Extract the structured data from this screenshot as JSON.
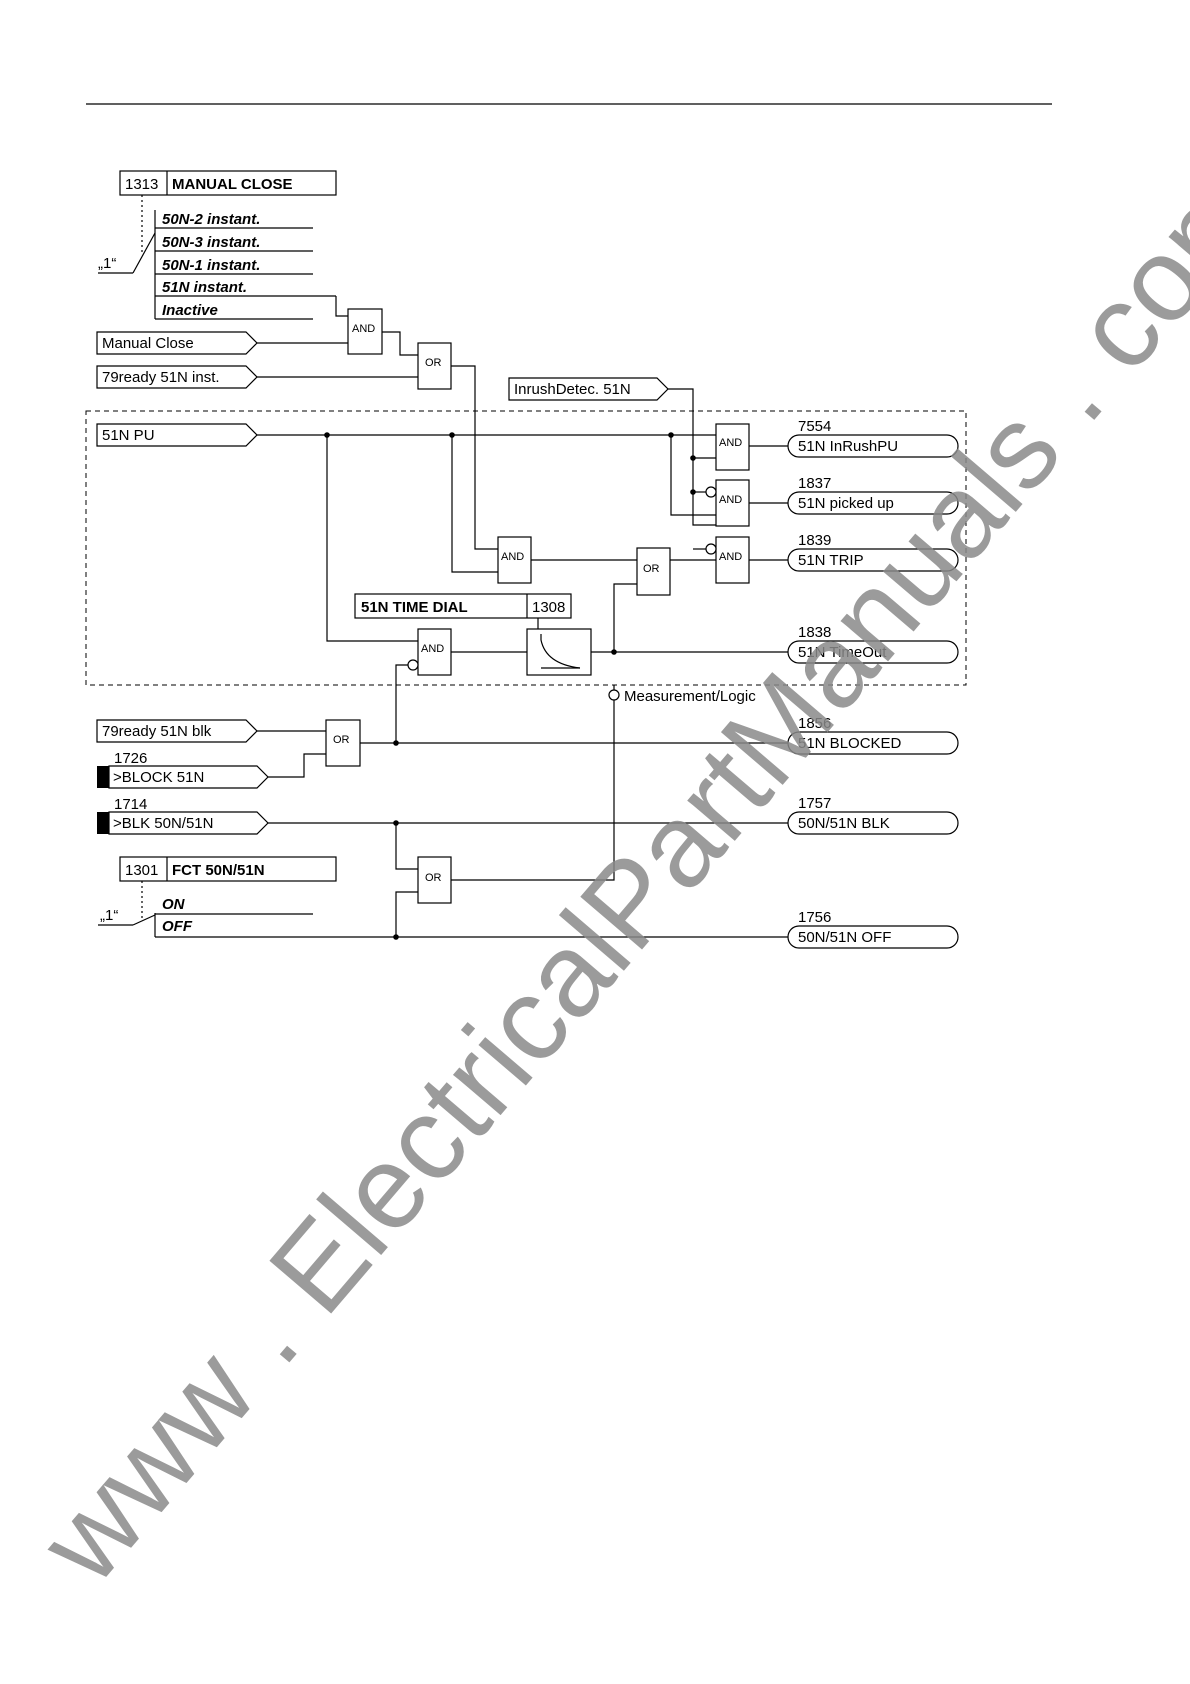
{
  "setting_manual_close": {
    "code": "1313",
    "title": "MANUAL CLOSE",
    "options": [
      "50N-2 instant.",
      "50N-3 instant.",
      "50N-1 instant.",
      "51N instant.",
      "Inactive"
    ]
  },
  "setting_fct": {
    "code": "1301",
    "title": "FCT 50N/51N",
    "options": [
      "ON",
      "OFF"
    ]
  },
  "one_label": "„1“",
  "inputs": {
    "manual_close": "Manual Close",
    "ready_inst": "79ready 51N inst.",
    "inrush": "InrushDetec. 51N",
    "pu": "51N PU",
    "ready_blk": "79ready 51N blk",
    "block_51n": {
      "code": "1726",
      "label": ">BLOCK 51N"
    },
    "blk_50n51n": {
      "code": "1714",
      "label": ">BLK 50N/51N"
    }
  },
  "time_dial": {
    "title": "51N TIME DIAL",
    "code": "1308"
  },
  "measurement_label": "Measurement/Logic",
  "gates": {
    "and": "AND",
    "or": "OR"
  },
  "outputs": [
    {
      "code": "7554",
      "label": "51N InRushPU"
    },
    {
      "code": "1837",
      "label": "51N picked up"
    },
    {
      "code": "1839",
      "label": "51N TRIP"
    },
    {
      "code": "1838",
      "label": "51N TimeOut"
    },
    {
      "code": "1856",
      "label": "51N BLOCKED"
    },
    {
      "code": "1757",
      "label": "50N/51N BLK"
    },
    {
      "code": "1756",
      "label": "50N/51N OFF"
    }
  ],
  "watermark": "www . ElectricalPartManuals . com"
}
